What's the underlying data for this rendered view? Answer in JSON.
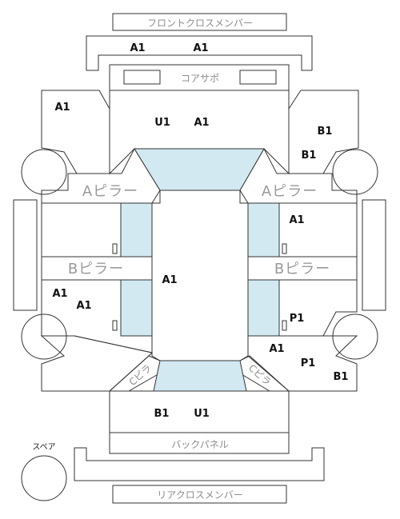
{
  "colors": {
    "line": "#333333",
    "glass": "#d2e9f2",
    "part_text": "#8c8c8c",
    "code_text": "#111111"
  },
  "labels": {
    "front_cross_member": "フロントクロスメンバー",
    "core_support": "コアサポ",
    "a_pillar_left": "Aピラー",
    "a_pillar_right": "Aピラー",
    "b_pillar_left": "Bピラー",
    "b_pillar_right": "Bピラー",
    "c_pillar_left": "Cピラ",
    "c_pillar_right": "Cピラ",
    "back_panel": "バックパネル",
    "rear_cross_member": "リアクロスメンバー",
    "spare": "スペア"
  },
  "codes": {
    "front_member_left": "A1",
    "front_member_right": "A1",
    "front_left_panel": "A1",
    "hood_u1": "U1",
    "hood_a1": "A1",
    "front_right_b1_top": "B1",
    "front_right_b1_bottom": "B1",
    "right_front_door": "A1",
    "roof": "A1",
    "left_rear_door_1": "A1",
    "left_rear_door_2": "A1",
    "right_rear_door_p1": "P1",
    "rear_right_a1": "A1",
    "rear_right_p1": "P1",
    "rear_right_b1": "B1",
    "trunk_b1": "B1",
    "trunk_u1": "U1"
  }
}
